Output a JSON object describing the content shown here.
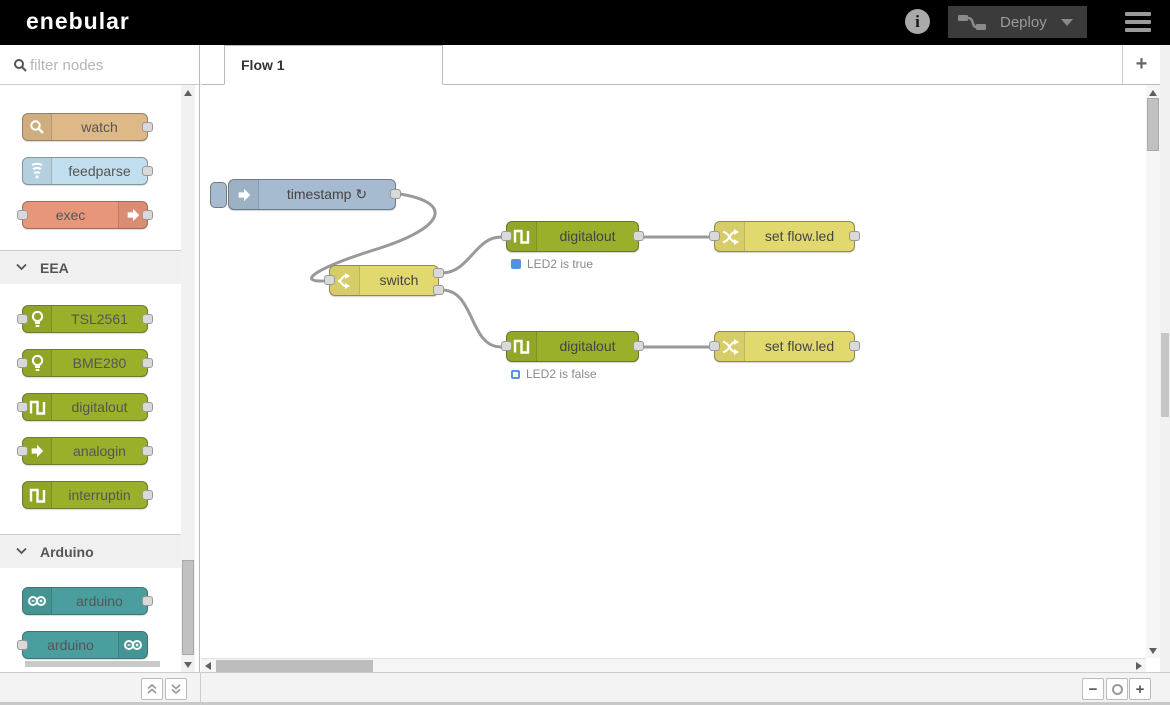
{
  "header": {
    "logo": "enebular",
    "deploy_label": "Deploy"
  },
  "sidebar": {
    "search_placeholder": "filter nodes",
    "sections": [
      {
        "label": "",
        "nodes": [
          {
            "label": "watch"
          },
          {
            "label": "feedparse"
          },
          {
            "label": "exec"
          }
        ]
      },
      {
        "label": "EEA",
        "nodes": [
          {
            "label": "TSL2561"
          },
          {
            "label": "BME280"
          },
          {
            "label": "digitalout"
          },
          {
            "label": "analogin"
          },
          {
            "label": "interruptin"
          }
        ]
      },
      {
        "label": "Arduino",
        "nodes": [
          {
            "label": "arduino"
          },
          {
            "label": "arduino"
          }
        ]
      }
    ]
  },
  "workspace": {
    "tab": "Flow 1",
    "add_tab": "+"
  },
  "flow": {
    "nodes": {
      "timestamp": {
        "label": "timestamp ↻"
      },
      "switch": {
        "label": "switch"
      },
      "digitalout_true": {
        "label": "digitalout",
        "status": "LED2 is true"
      },
      "set_true": {
        "label": "set flow.led"
      },
      "digitalout_false": {
        "label": "digitalout",
        "status": "LED2 is false"
      },
      "set_false": {
        "label": "set flow.led"
      }
    }
  },
  "footer": {
    "zoom_out": "−",
    "zoom_in": "+"
  },
  "colors": {
    "header_bg": "#000000",
    "deploy_bg": "#3b3b3b",
    "inject": "#a6bbcf",
    "watch": "#deb887",
    "feedparse": "#c0deed",
    "exec": "#e8967a",
    "eea_green": "#9aaf2a",
    "arduino_teal": "#4a9e9e",
    "function_yellow": "#e2d96e",
    "status_blue": "#5294e2",
    "wire": "#999999"
  }
}
